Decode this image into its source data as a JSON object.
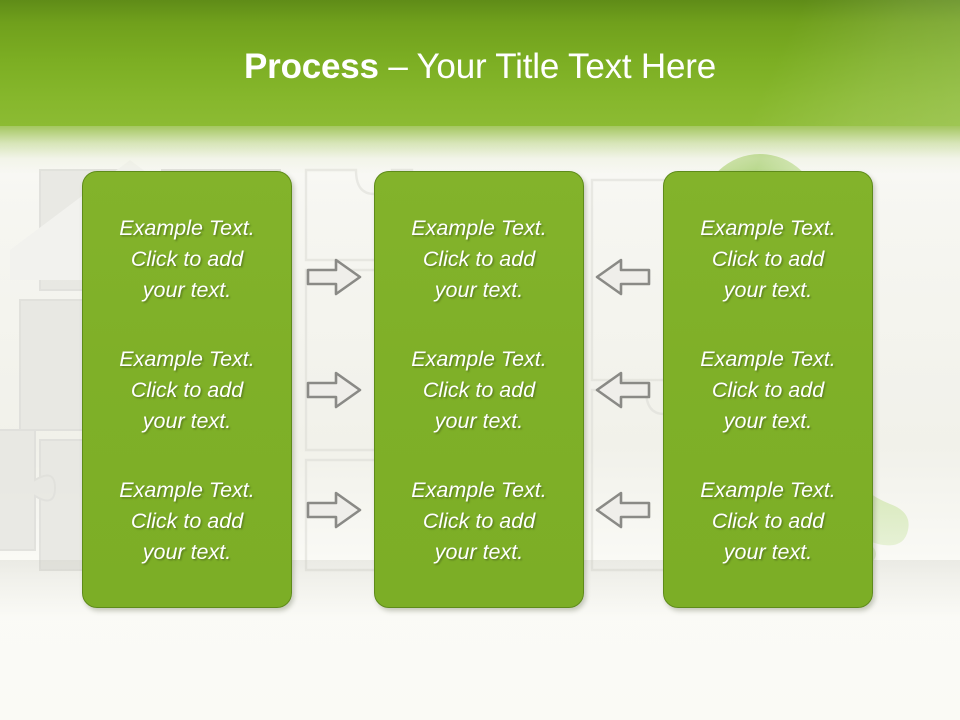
{
  "slide": {
    "title_strong": "Process",
    "title_rest": " – Your Title Text Here",
    "accent_green": "#7cae26",
    "header_green_dark": "#5f8c18",
    "header_green_light": "#8cbb33",
    "box_border_green": "#5e8b1a",
    "text_color": "#ffffff",
    "arrow_fill": "#eceae6",
    "arrow_stroke": "#8a8a86",
    "background_color": "#fafaf6"
  },
  "columns": [
    {
      "id": "column-left",
      "cells": [
        {
          "text": "Example Text.\nClick  to add\nyour text."
        },
        {
          "text": "Example Text.\nClick  to add\nyour text."
        },
        {
          "text": "Example Text.\nClick  to add\nyour text."
        }
      ]
    },
    {
      "id": "column-middle",
      "cells": [
        {
          "text": "Example Text.\nClick  to add\nyour text."
        },
        {
          "text": "Example Text.\nClick  to add\nyour text."
        },
        {
          "text": "Example Text.\nClick  to add\nyour text."
        }
      ]
    },
    {
      "id": "column-right",
      "cells": [
        {
          "text": "Example Text.\nClick  to add\nyour text."
        },
        {
          "text": "Example Text.\nClick  to add\nyour text."
        },
        {
          "text": "Example Text.\nClick  to add\nyour text."
        }
      ]
    }
  ],
  "arrows": {
    "left_group_direction": "right",
    "right_group_direction": "left",
    "count_per_group": 3
  }
}
